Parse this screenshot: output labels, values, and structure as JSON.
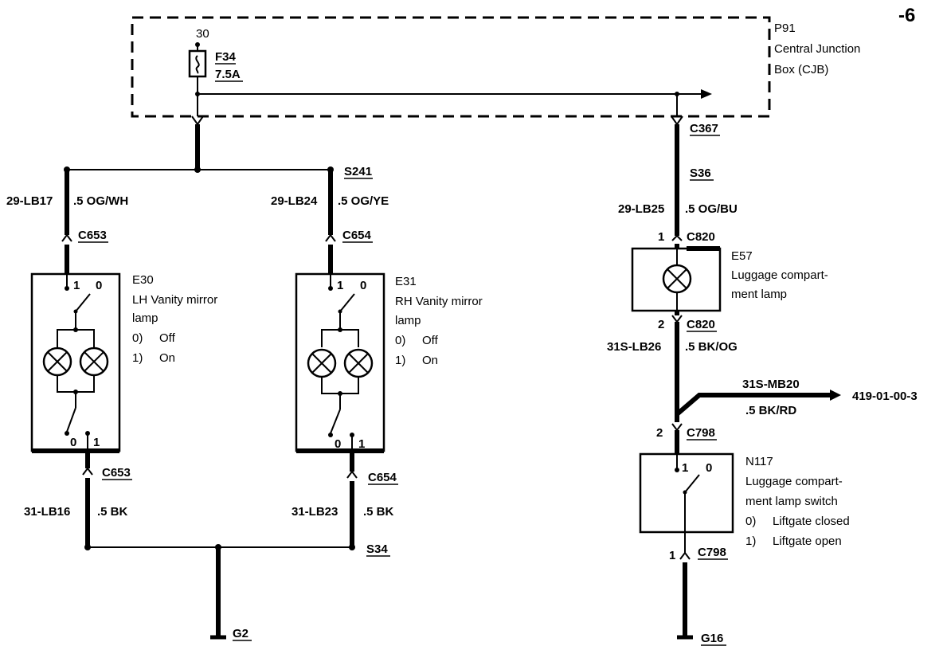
{
  "page": {
    "number": "-6"
  },
  "cjb": {
    "ref": "P91",
    "name_line1": "Central Junction",
    "name_line2": "Box (CJB)",
    "terminal": "30",
    "fuse_ref": "F34",
    "fuse_rating": "7.5A"
  },
  "splices": {
    "s241": "S241",
    "s36": "S36",
    "s34": "S34"
  },
  "connectors": {
    "c367": "C367",
    "c653_top": "C653",
    "c654_top": "C654",
    "c653_bot": "C653",
    "c654_bot": "C654",
    "c820_top": "C820",
    "c820_bot": "C820",
    "c798_top": "C798",
    "c798_bot": "C798"
  },
  "pins": {
    "c820_top": "1",
    "c820_bot": "2",
    "c798_top": "2",
    "c798_bot": "1"
  },
  "wires": {
    "lb17_circuit": "29-LB17",
    "lb17_spec": ".5 OG/WH",
    "lb24_circuit": "29-LB24",
    "lb24_spec": ".5 OG/YE",
    "lb25_circuit": "29-LB25",
    "lb25_spec": ".5 OG/BU",
    "lb26_circuit": "31S-LB26",
    "lb26_spec": ".5 BK/OG",
    "mb20_circuit": "31S-MB20",
    "mb20_spec": ".5 BK/RD",
    "lb16_circuit": "31-LB16",
    "lb16_spec": ".5 BK",
    "lb23_circuit": "31-LB23",
    "lb23_spec": ".5 BK"
  },
  "offpage_ref": "419-01-00-3",
  "e30": {
    "ref": "E30",
    "line1": "LH Vanity mirror",
    "line2": "lamp",
    "pos0_num": "0)",
    "pos0_label": "Off",
    "pos1_num": "1)",
    "pos1_label": "On",
    "top_pos1": "1",
    "top_pos0": "0",
    "bot_pos0": "0",
    "bot_pos1": "1"
  },
  "e31": {
    "ref": "E31",
    "line1": "RH Vanity mirror",
    "line2": "lamp",
    "pos0_num": "0)",
    "pos0_label": "Off",
    "pos1_num": "1)",
    "pos1_label": "On",
    "top_pos1": "1",
    "top_pos0": "0",
    "bot_pos0": "0",
    "bot_pos1": "1"
  },
  "e57": {
    "ref": "E57",
    "line1": "Luggage compart-",
    "line2": "ment lamp"
  },
  "n117": {
    "ref": "N117",
    "line1": "Luggage compart-",
    "line2": "ment lamp switch",
    "pos0_num": "0)",
    "pos0_label": "Liftgate closed",
    "pos1_num": "1)",
    "pos1_label": "Liftgate open",
    "sw_pos1": "1",
    "sw_pos0": "0"
  },
  "grounds": {
    "g2": "G2",
    "g16": "G16"
  }
}
